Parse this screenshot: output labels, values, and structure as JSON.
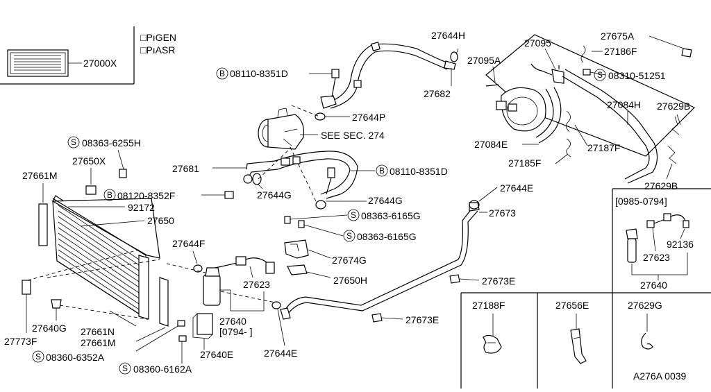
{
  "legend_box": {
    "options": [
      "□PıGEN",
      "□PıASR"
    ],
    "label_part": "27000X"
  },
  "callouts": {
    "p27644H": "27644H",
    "p27675A": "27675A",
    "p27095": "27095",
    "p27095A": "27095A",
    "p27186F": "27186F",
    "p08110_8351D_top": "08110-8351D",
    "p08310_51251": "08310-51251",
    "p27682": "27682",
    "p27644P": "27644P",
    "p27084H": "27084H",
    "p27629B_top": "27629B",
    "see_sec": "SEE SEC. 274",
    "p08363_6255H": "08363-6255H",
    "p27084E": "27084E",
    "p27187F": "27187F",
    "p27681": "27681",
    "p27650X": "27650X",
    "p27185F": "27185F",
    "p08110_8351D_mid": "08110-8351D",
    "p27661M_top": "27661M",
    "p08120_8352F": "08120-8352F",
    "p27644G_left": "27644G",
    "p27629B_bot": "27629B",
    "p27644E_top": "27644E",
    "p27644G_right": "27644G",
    "p92172": "92172",
    "p08363_6165G_a": "08363-6165G",
    "p27673": "27673",
    "p27650": "27650",
    "p08363_6165G_b": "08363-6165G",
    "p27644F": "27644F",
    "p27674G": "27674G",
    "p27650H": "27650H",
    "p27623_main": "27623",
    "p27673E_a": "27673E",
    "p27673E_b": "27673E",
    "p27640_main": "27640",
    "date_range_main": "[0794-      ]",
    "p27640G": "27640G",
    "p27661N": "27661N",
    "p27773F": "27773F",
    "p27661M_bot": "27661M",
    "p27640E": "27640E",
    "p27644E_bot": "27644E",
    "p08360_6352A": "08360-6352A",
    "p08360_6162A": "08360-6162A"
  },
  "inset_variant": {
    "date_range": "[0985-0794]",
    "p92136": "92136",
    "p27623": "27623",
    "p27640": "27640"
  },
  "inset_parts": [
    {
      "label": "27188F"
    },
    {
      "label": "27656E"
    },
    {
      "label": "27629G"
    }
  ],
  "diagram_code": "A276A 0039"
}
